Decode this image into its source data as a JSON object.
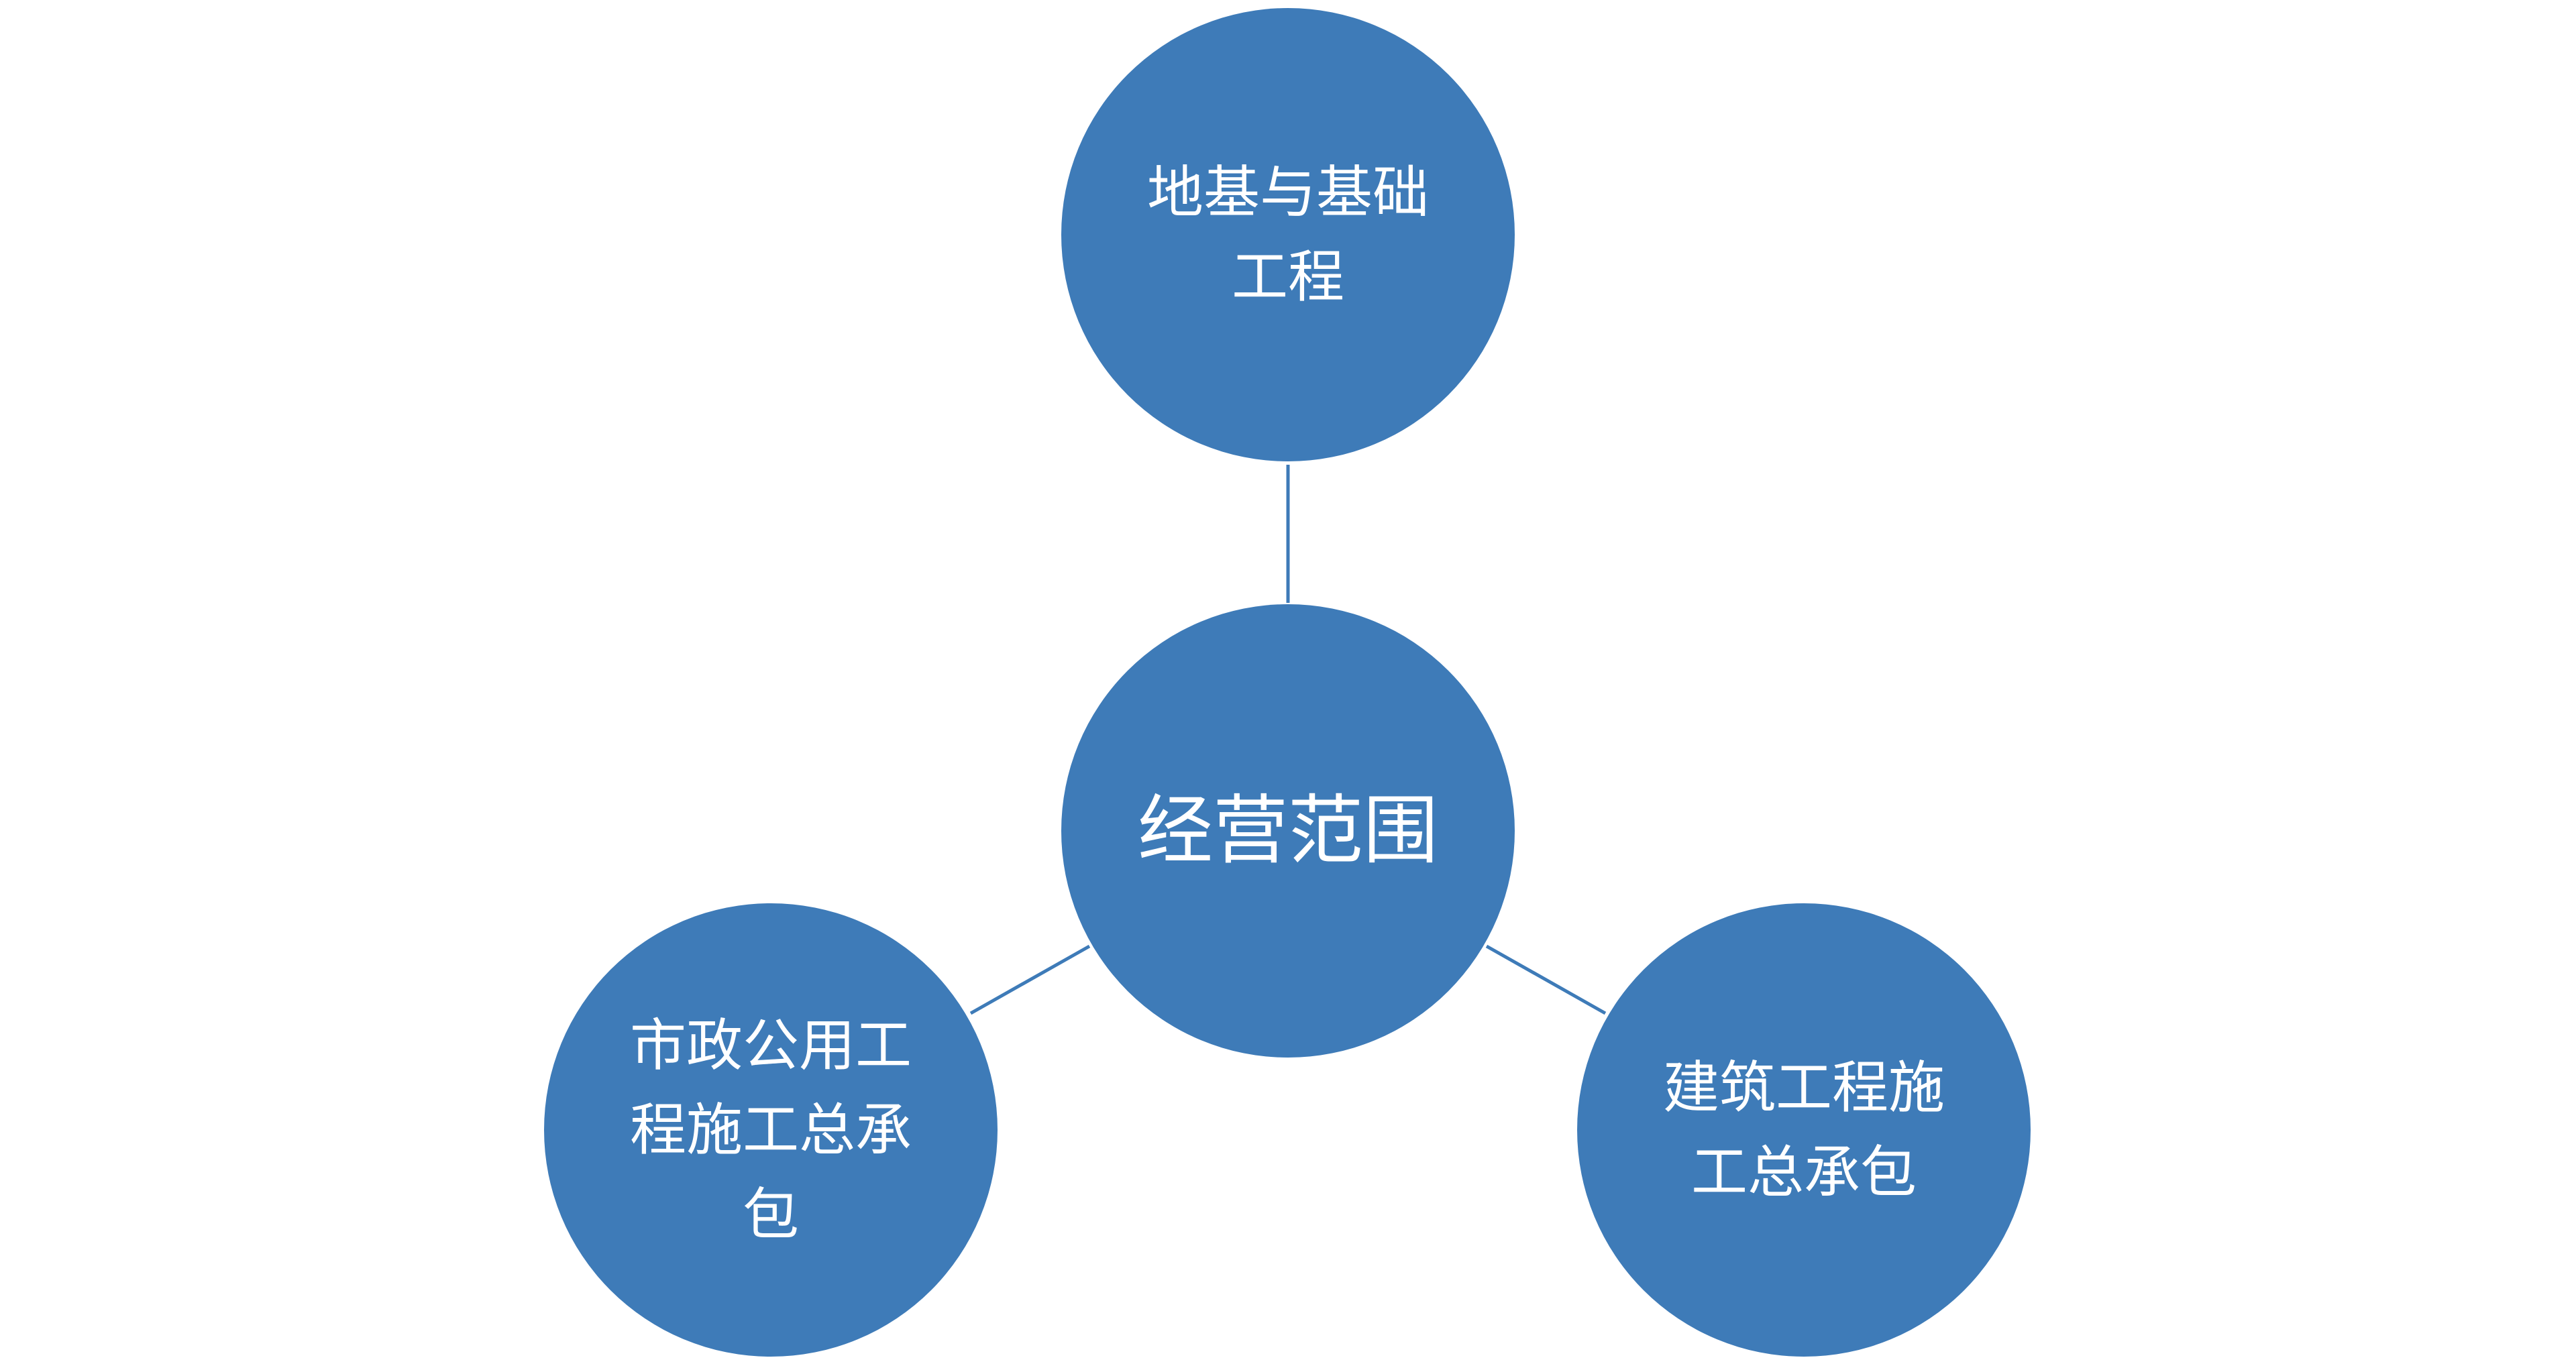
{
  "colors": {
    "node_fill": "#3e7bb8",
    "link": "#3e7bb8",
    "text": "#ffffff"
  },
  "center": {
    "lines": [
      "经营范围"
    ]
  },
  "nodes": {
    "top": {
      "lines": [
        "地基与基础",
        "工程"
      ]
    },
    "left": {
      "lines": [
        "市政公用工",
        "程施工总承",
        "包"
      ]
    },
    "right": {
      "lines": [
        "建筑工程施",
        "工总承包"
      ]
    }
  }
}
